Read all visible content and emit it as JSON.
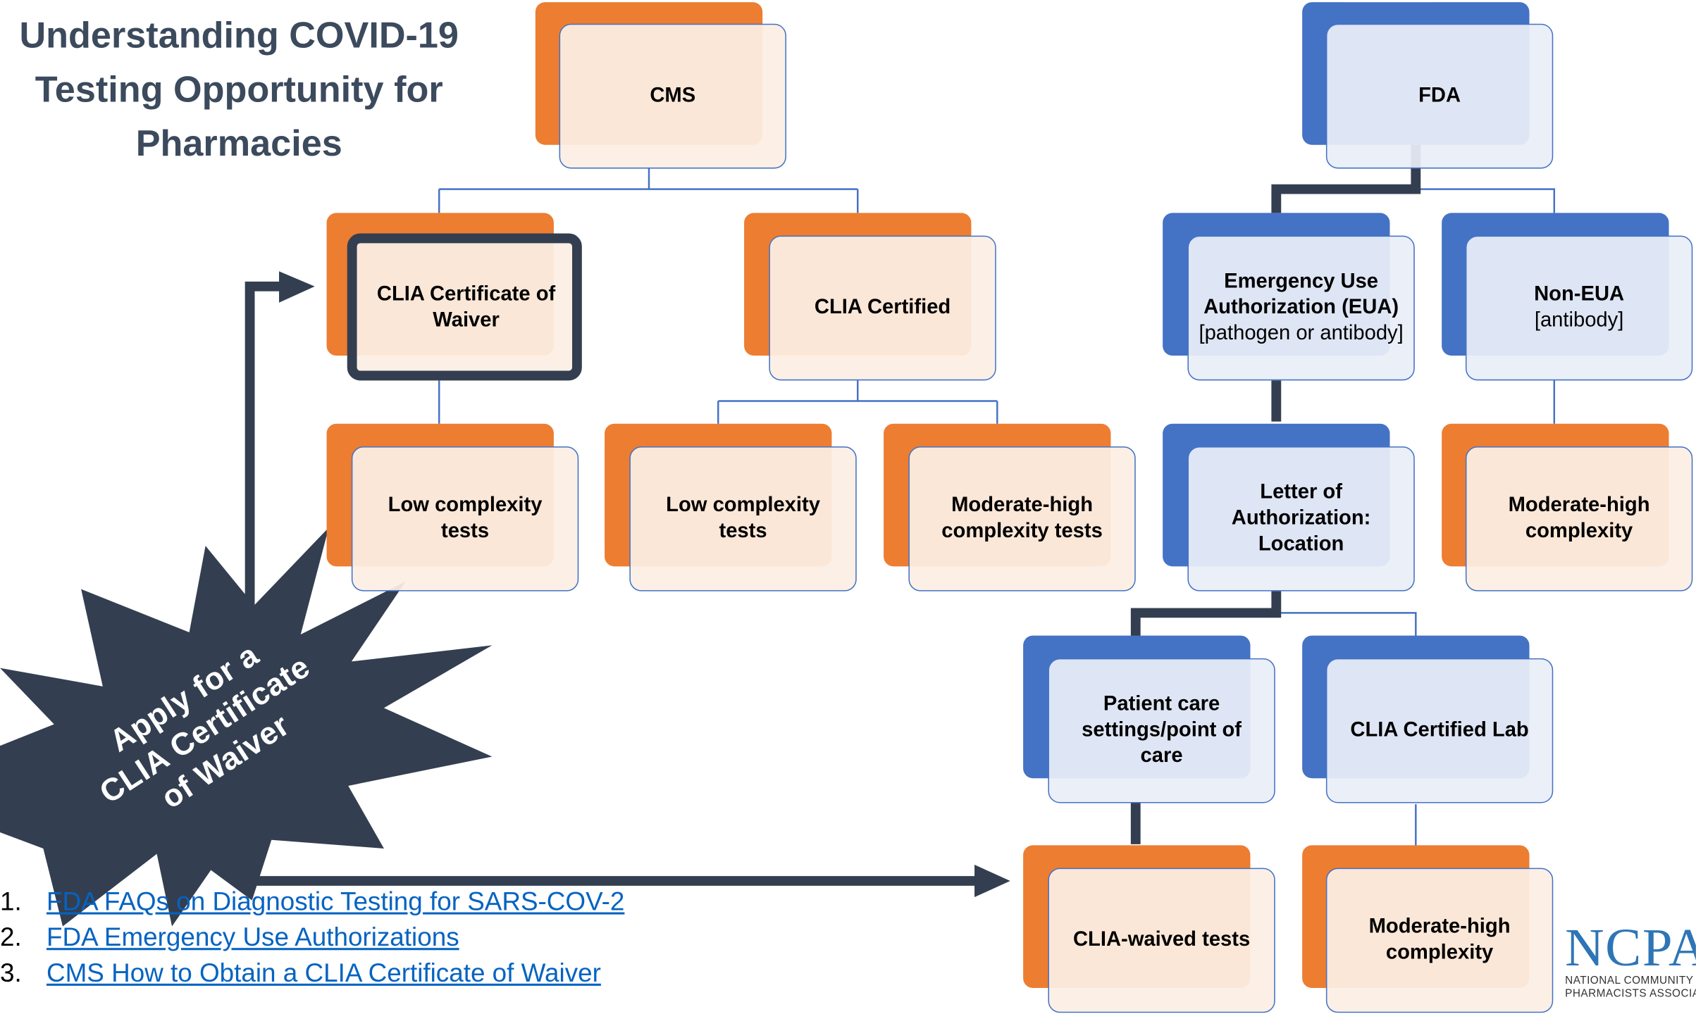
{
  "title": [
    "Understanding COVID-19",
    "Testing Opportunity for",
    "Pharmacies"
  ],
  "nodes": {
    "cms": {
      "label": "CMS"
    },
    "fda": {
      "label": "FDA"
    },
    "clia_waiver": {
      "label": "CLIA Certificate of Waiver"
    },
    "clia_certified": {
      "label": "CLIA Certified"
    },
    "eua": {
      "label": "Emergency Use Authorization (EUA)",
      "sublabel": "[pathogen or antibody]"
    },
    "non_eua": {
      "label": "Non-EUA",
      "sublabel": "[antibody]"
    },
    "low_complexity_1": {
      "label": "Low complexity tests"
    },
    "low_complexity_2": {
      "label": "Low complexity tests"
    },
    "moderate_high_tests": {
      "label": "Moderate-high complexity tests"
    },
    "letter_auth": {
      "label": "Letter of Authorization: Location"
    },
    "moderate_high_fda": {
      "label": "Moderate-high complexity"
    },
    "patient_care": {
      "label": "Patient care settings/point of care"
    },
    "clia_certified_lab": {
      "label": "CLIA Certified Lab"
    },
    "clia_waived_tests": {
      "label": "CLIA-waived tests"
    },
    "moderate_high_lab": {
      "label": "Moderate-high complexity"
    }
  },
  "callout": {
    "lines": [
      "Apply for a",
      "CLIA Certificate",
      "of Waiver"
    ]
  },
  "references": [
    {
      "number": "1.",
      "text": "FDA FAQs on Diagnostic Testing for SARS-COV-2"
    },
    {
      "number": "2.",
      "text": "FDA Emergency Use Authorizations"
    },
    {
      "number": "3.",
      "text": "CMS How to Obtain a CLIA Certificate of Waiver"
    }
  ],
  "logo": {
    "wordmark": "NCPA",
    "line1": "NATIONAL COMMUNITY",
    "line2": "PHARMACISTS ASSOCIATION"
  },
  "colors": {
    "orange": "#ED7D31",
    "blue": "#4472C4",
    "dark_navy": "#333F50",
    "link": "#0563C1",
    "title": "#3b4a5c"
  }
}
